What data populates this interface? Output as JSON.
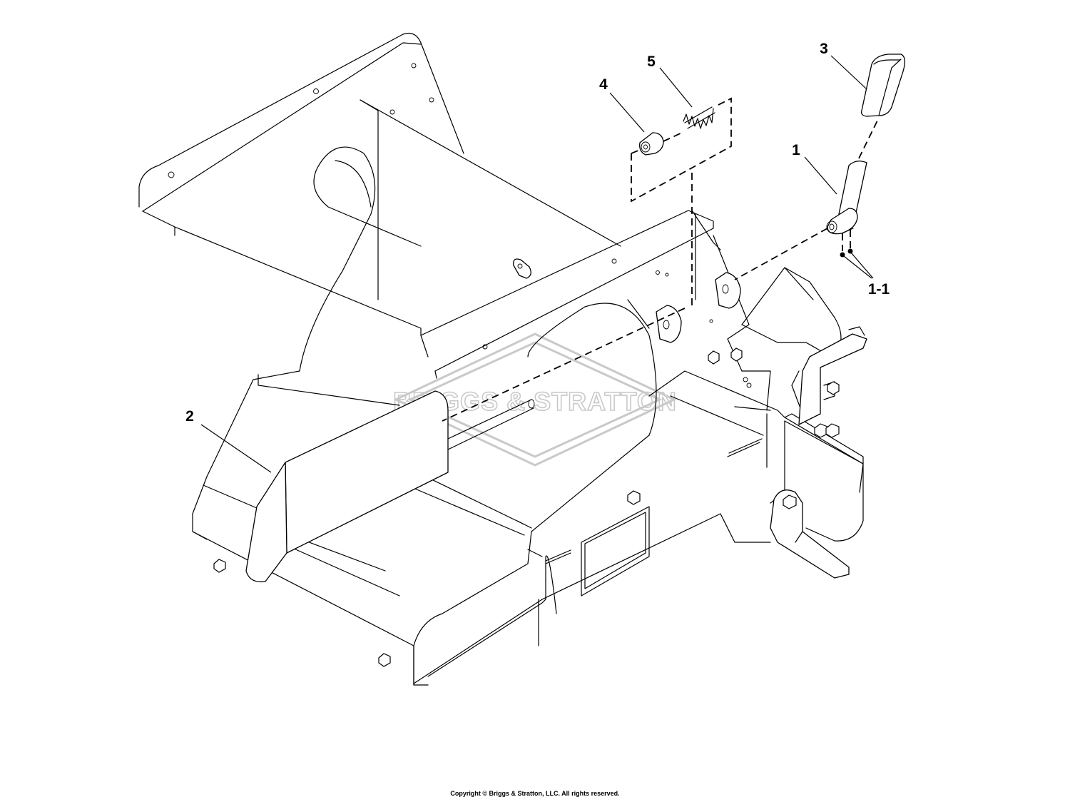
{
  "callouts": [
    {
      "id": "callout-1",
      "text": "1"
    },
    {
      "id": "callout-1-1",
      "text": "1-1"
    },
    {
      "id": "callout-2",
      "text": "2"
    },
    {
      "id": "callout-3",
      "text": "3"
    },
    {
      "id": "callout-4",
      "text": "4"
    },
    {
      "id": "callout-5",
      "text": "5"
    }
  ],
  "watermark": {
    "text": "BRIGGS & STRATTON"
  },
  "footer": {
    "copyright": "Copyright © Briggs & Stratton, LLC. All rights reserved."
  }
}
